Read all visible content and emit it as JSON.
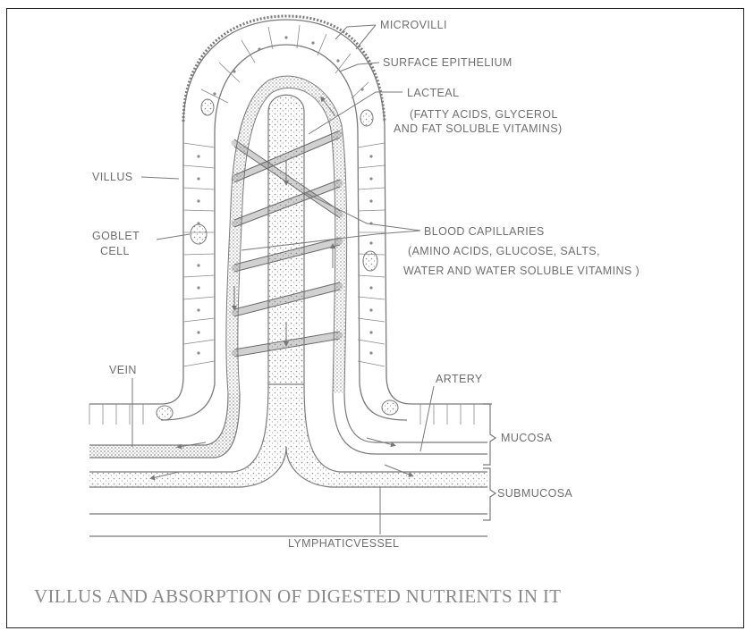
{
  "labels": {
    "microvilli": "MICROVILLI",
    "surface_epithelium": "SURFACE EPITHELIUM",
    "lacteal": "LACTEAL",
    "lacteal_note_1": "(FATTY ACIDS, GLYCEROL",
    "lacteal_note_2": "AND FAT SOLUBLE  VITAMINS)",
    "villus": "VILLUS",
    "goblet_1": "GOBLET",
    "goblet_2": "CELL",
    "blood_capillaries": "BLOOD CAPILLARIES",
    "capillaries_note_1": "(AMINO ACIDS,  GLUCOSE, SALTS,",
    "capillaries_note_2": "WATER AND WATER SOLUBLE VITAMINS )",
    "vein": "VEIN",
    "artery": "ARTERY",
    "mucosa": "MUCOSA",
    "submucosa": "SUBMUCOSA",
    "lymphatic_vessel": "LYMPHATICVESSEL"
  },
  "caption": "VILLUS AND ABSORPTION OF DIGESTED NUTRIENTS IN IT",
  "colors": {
    "line": "#7a7a7a",
    "text": "#6f6f6f",
    "caption": "#8a8a8a",
    "frame": "#222222"
  }
}
